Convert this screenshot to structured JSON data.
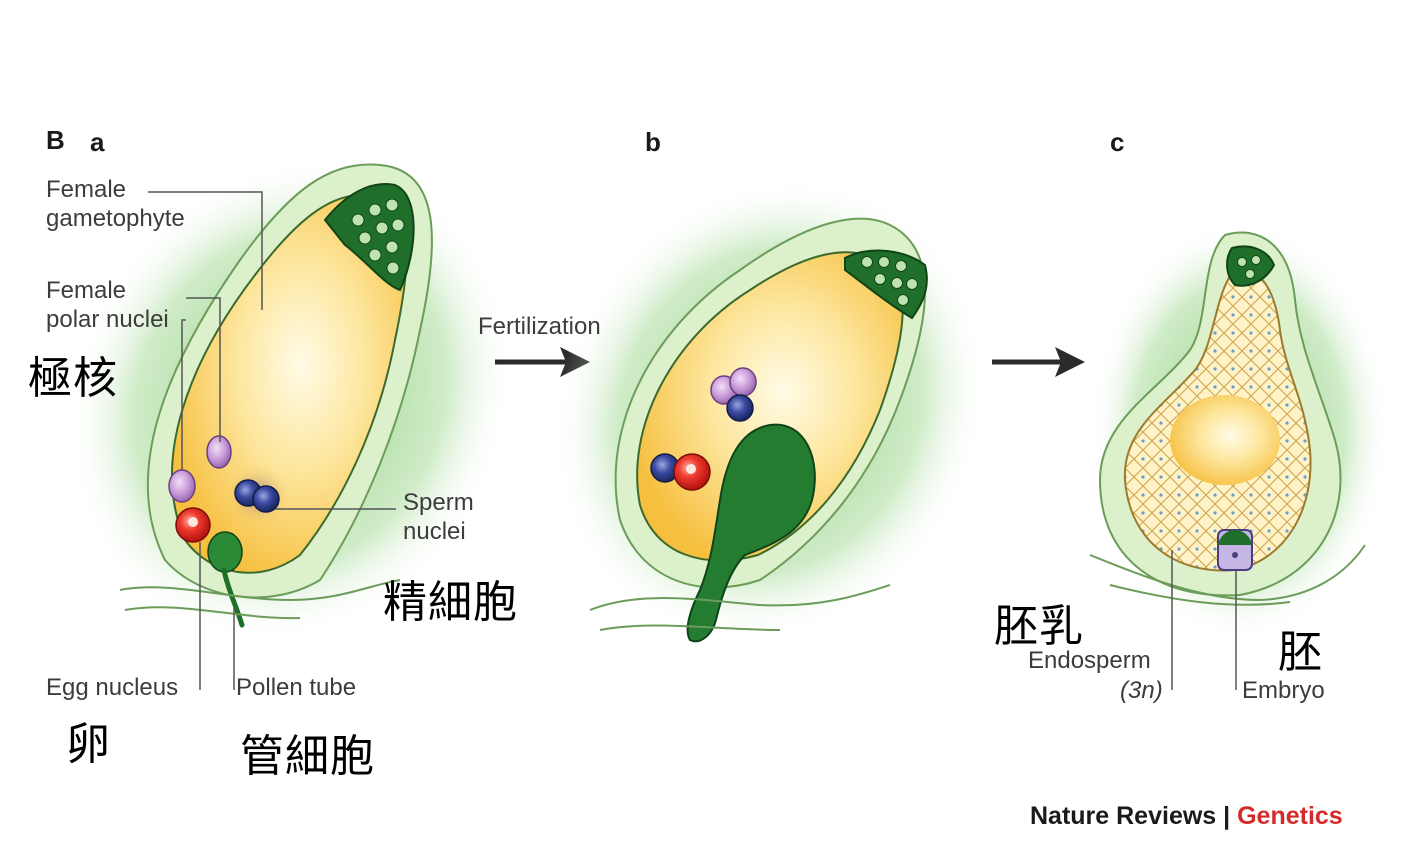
{
  "panels": {
    "B": "B",
    "a": "a",
    "b": "b",
    "c": "c"
  },
  "labels": {
    "female_gametophyte": [
      "Female",
      "gametophyte"
    ],
    "female_polar_nuclei": [
      "Female",
      "polar nuclei"
    ],
    "sperm_nuclei": [
      "Sperm",
      "nuclei"
    ],
    "egg_nucleus": "Egg nucleus",
    "pollen_tube": "Pollen tube",
    "fertilization": "Fertilization",
    "endosperm": "Endosperm",
    "endosperm_ploidy": "(3n)",
    "embryo": "Embryo"
  },
  "japanese_labels": {
    "polar_nuclei": "極核",
    "sperm_cell": "精細胞",
    "egg": "卵",
    "tube_cell": "管細胞",
    "endosperm": "胚乳",
    "embryo": "胚"
  },
  "credit": {
    "journal": "Nature Reviews",
    "separator": "|",
    "section": "Genetics",
    "journal_color": "#1a1a1a",
    "section_color": "#d42a2a"
  },
  "colors": {
    "green_glow": "#8ccf7e",
    "cell_fill": "#dff3cf",
    "cell_stroke": "#6c9c5a",
    "sac_yellow": "#f8c64a",
    "sac_light": "#fff5c8",
    "dark_green": "#1e6f2a",
    "egg_red": "#e42424",
    "sperm_blue": "#283c8c",
    "polar_purple": "#c89ad8"
  }
}
